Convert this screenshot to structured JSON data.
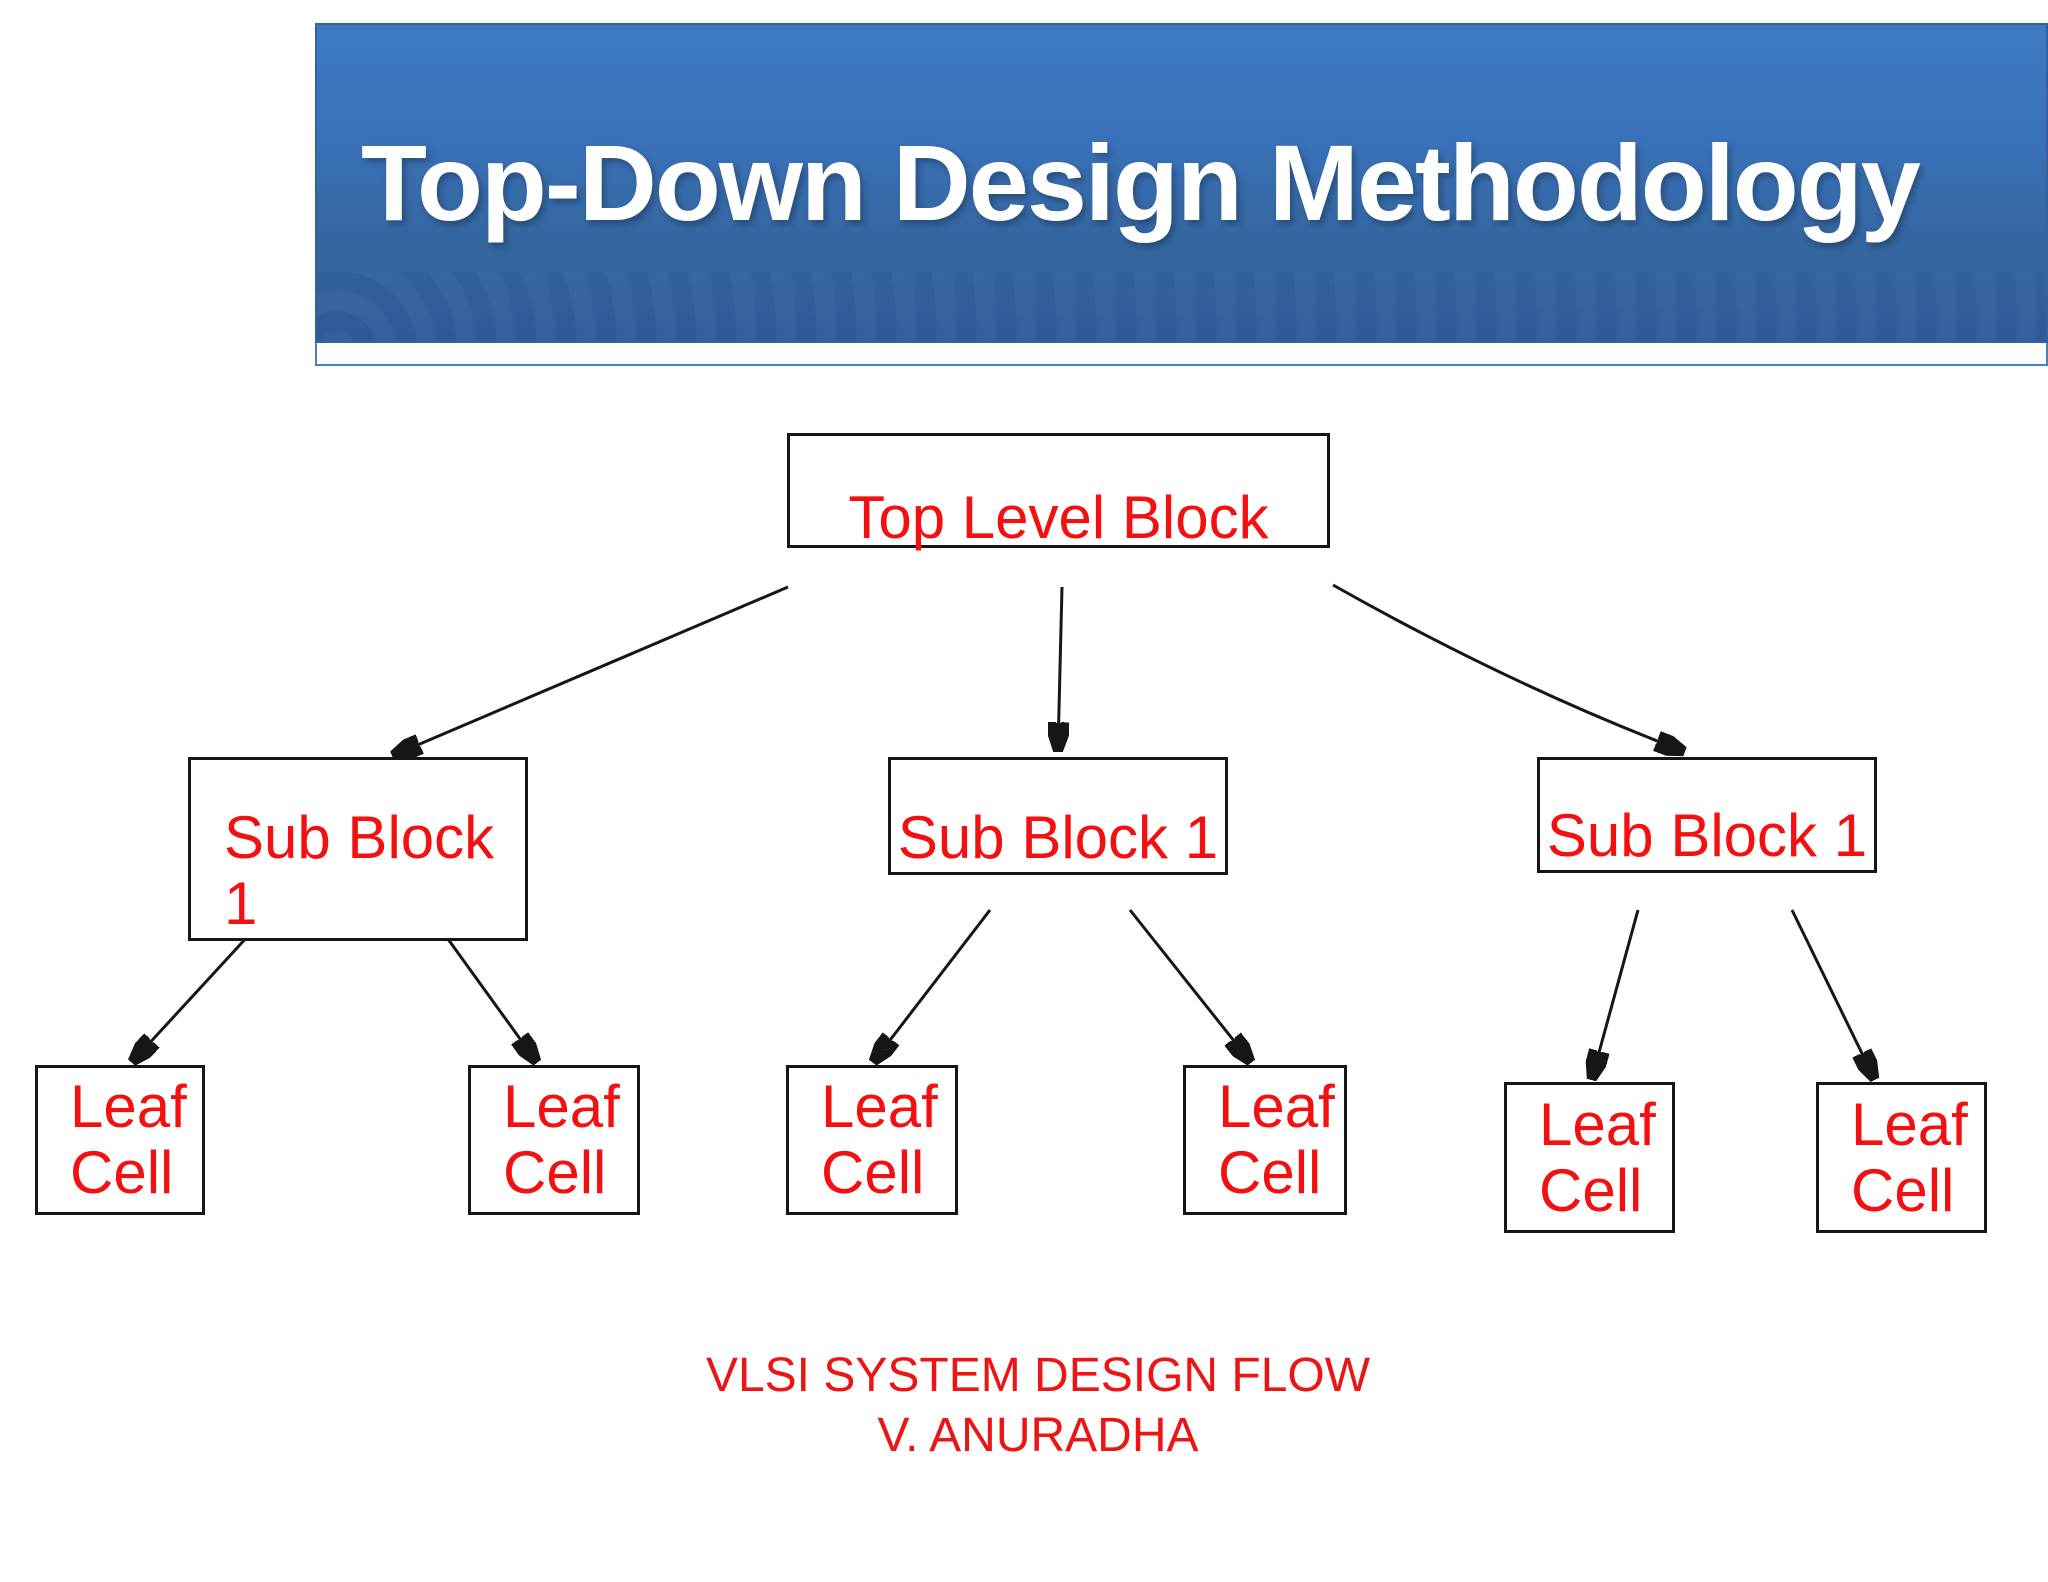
{
  "slide": {
    "banner": {
      "title": "Top-Down Design Methodology"
    },
    "footer": {
      "line1": "VLSI SYSTEM DESIGN FLOW",
      "line2": "V. ANURADHA"
    },
    "colors": {
      "banner_gradient_top": "#3e7ac4",
      "banner_gradient_bottom": "#2e5c9b",
      "banner_edge_blue": "#4a7ec5",
      "text_red": "#f21010",
      "line_black": "#161616",
      "title_white": "#ffffff"
    }
  },
  "diagram": {
    "top_block": {
      "line1": "Top Level Block"
    },
    "sub_blocks": [
      {
        "line1": "Sub Block",
        "line2": "1"
      },
      {
        "line1": "Sub Block 1"
      },
      {
        "line1": "Sub Block 1"
      }
    ],
    "leaf_cells": [
      {
        "line1": "Leaf",
        "line2": "Cell"
      },
      {
        "line1": "Leaf",
        "line2": "Cell"
      },
      {
        "line1": "Leaf",
        "line2": "Cell"
      },
      {
        "line1": "Leaf",
        "line2": "Cell"
      },
      {
        "line1": "Leaf",
        "line2": "Cell"
      },
      {
        "line1": "Leaf",
        "line2": "Cell"
      }
    ]
  }
}
